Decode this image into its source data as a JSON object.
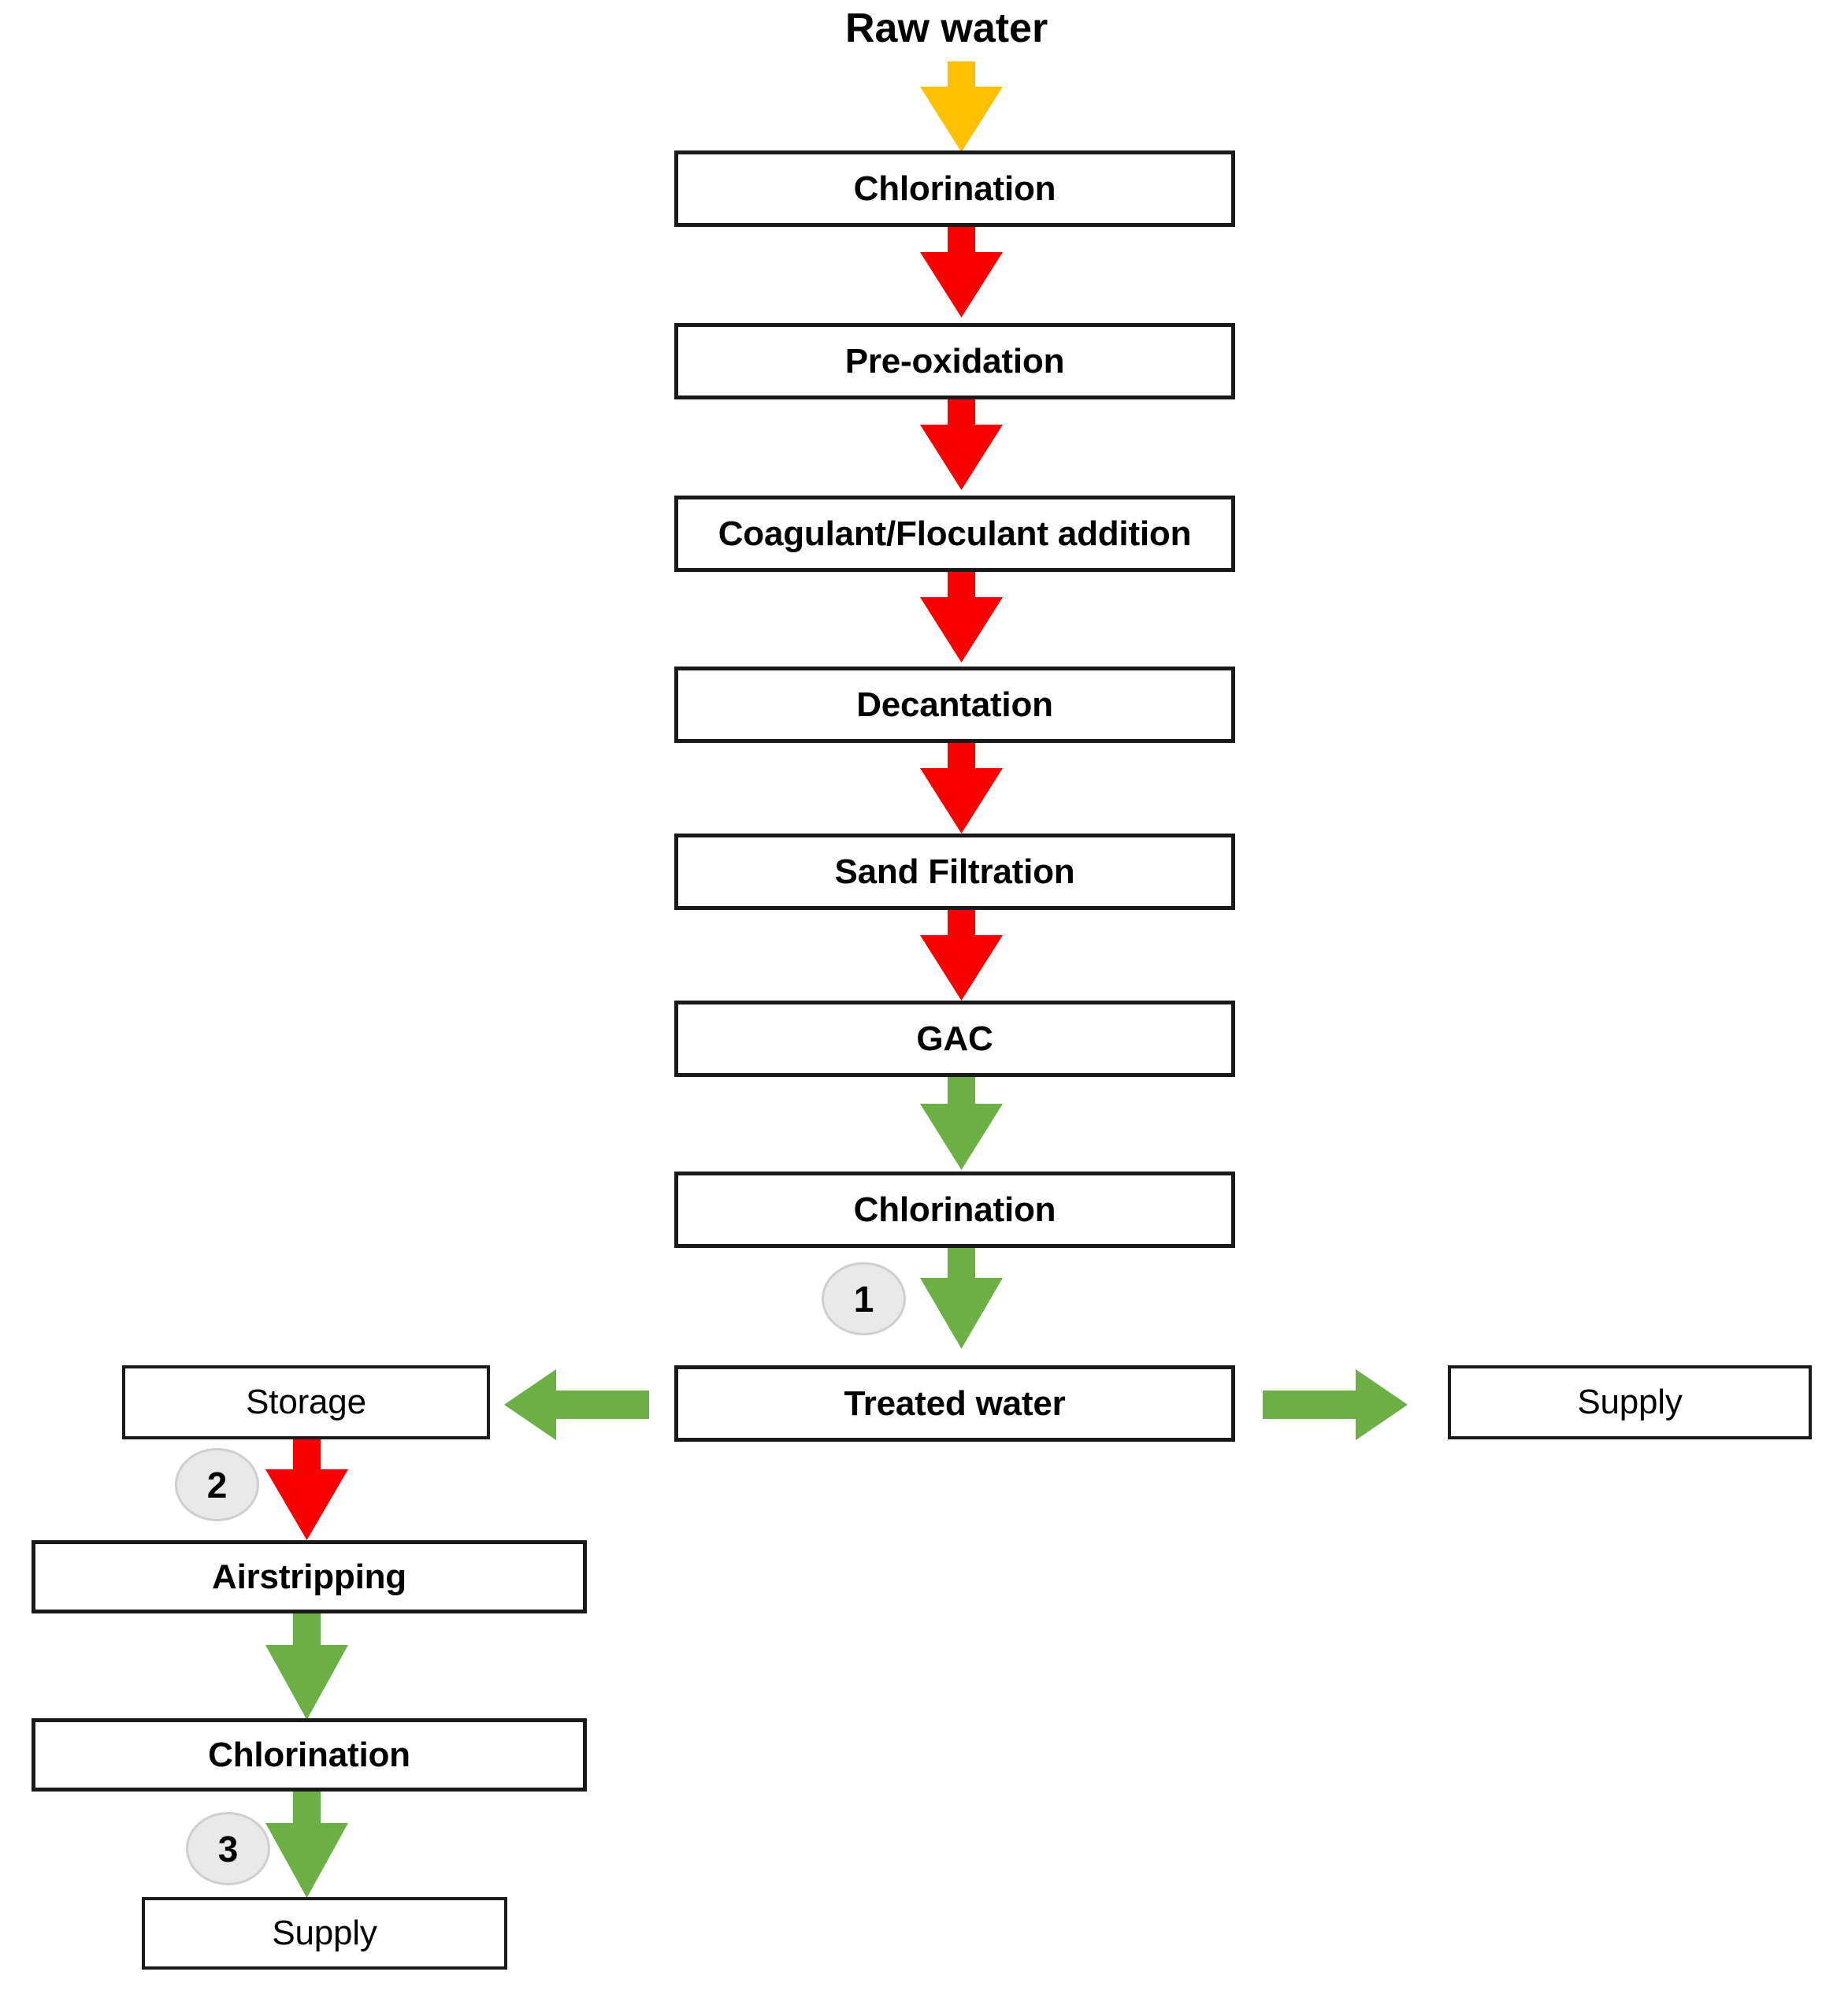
{
  "diagram": {
    "title": "Raw water",
    "colors": {
      "raw_water_arrow": "#FFC000",
      "untreated_arrow": "#FA0000",
      "treated_arrow": "#6CAF44",
      "box_border": "#1A1A1A",
      "box_fill": "#FFFFFF",
      "marker_fill": "#E9E9E9",
      "marker_border": "#CFCFCF",
      "text": "#000000"
    },
    "main_column": {
      "nodes": [
        {
          "id": "chlorination-1",
          "label": "Chlorination"
        },
        {
          "id": "pre-oxidation",
          "label": "Pre-oxidation"
        },
        {
          "id": "coagulant-floculant-addition",
          "label": "Coagulant/Floculant addition"
        },
        {
          "id": "decantation",
          "label": "Decantation"
        },
        {
          "id": "sand-filtration",
          "label": "Sand Filtration"
        },
        {
          "id": "gac",
          "label": "GAC"
        },
        {
          "id": "chlorination-2",
          "label": "Chlorination"
        },
        {
          "id": "treated-water",
          "label": "Treated water"
        }
      ],
      "connectors": [
        {
          "from": "raw-water-title",
          "to": "chlorination-1",
          "color": "#FFC000",
          "direction": "down"
        },
        {
          "from": "chlorination-1",
          "to": "pre-oxidation",
          "color": "#FA0000",
          "direction": "down"
        },
        {
          "from": "pre-oxidation",
          "to": "coagulant-floculant-addition",
          "color": "#FA0000",
          "direction": "down"
        },
        {
          "from": "coagulant-floculant-addition",
          "to": "decantation",
          "color": "#FA0000",
          "direction": "down"
        },
        {
          "from": "decantation",
          "to": "sand-filtration",
          "color": "#FA0000",
          "direction": "down"
        },
        {
          "from": "sand-filtration",
          "to": "gac",
          "color": "#FA0000",
          "direction": "down"
        },
        {
          "from": "gac",
          "to": "chlorination-2",
          "color": "#6CAF44",
          "direction": "down"
        },
        {
          "from": "chlorination-2",
          "to": "treated-water",
          "color": "#6CAF44",
          "direction": "down"
        }
      ]
    },
    "branches": {
      "left": {
        "nodes": [
          {
            "id": "storage",
            "label": "Storage"
          },
          {
            "id": "airstripping",
            "label": "Airstripping"
          },
          {
            "id": "chlorination-3",
            "label": "Chlorination"
          },
          {
            "id": "supply-left",
            "label": "Supply"
          }
        ],
        "connectors": [
          {
            "from": "treated-water",
            "to": "storage",
            "color": "#6CAF44",
            "direction": "left"
          },
          {
            "from": "storage",
            "to": "airstripping",
            "color": "#FA0000",
            "direction": "down"
          },
          {
            "from": "airstripping",
            "to": "chlorination-3",
            "color": "#6CAF44",
            "direction": "down"
          },
          {
            "from": "chlorination-3",
            "to": "supply-left",
            "color": "#6CAF44",
            "direction": "down"
          }
        ]
      },
      "right": {
        "nodes": [
          {
            "id": "supply-right",
            "label": "Supply"
          }
        ],
        "connectors": [
          {
            "from": "treated-water",
            "to": "supply-right",
            "color": "#6CAF44",
            "direction": "right"
          }
        ]
      }
    },
    "sampling_points": [
      {
        "id": "sampling-point-1",
        "label": "1",
        "at": "chlorination-2-to-treated-water"
      },
      {
        "id": "sampling-point-2",
        "label": "2",
        "at": "storage-to-airstripping"
      },
      {
        "id": "sampling-point-3",
        "label": "3",
        "at": "chlorination-3-to-supply-left"
      }
    ]
  }
}
